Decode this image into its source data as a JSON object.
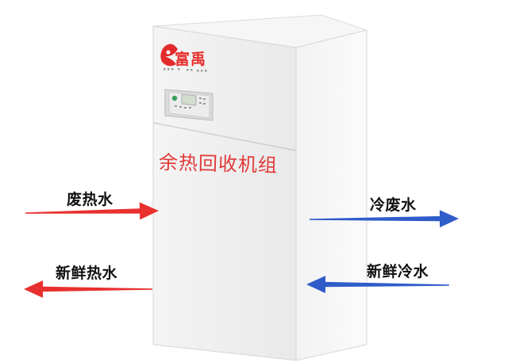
{
  "brand": {
    "name": "富禹"
  },
  "unit": {
    "label": "余热回收机组"
  },
  "flows": {
    "waste_hot_water": "废热水",
    "fresh_hot_water": "新鲜热水",
    "cold_waste_water": "冷废水",
    "fresh_cold_water": "新鲜冷水"
  },
  "colors": {
    "hot": "#e8302e",
    "cold": "#2f5cc9",
    "title": "#e23a3a"
  }
}
